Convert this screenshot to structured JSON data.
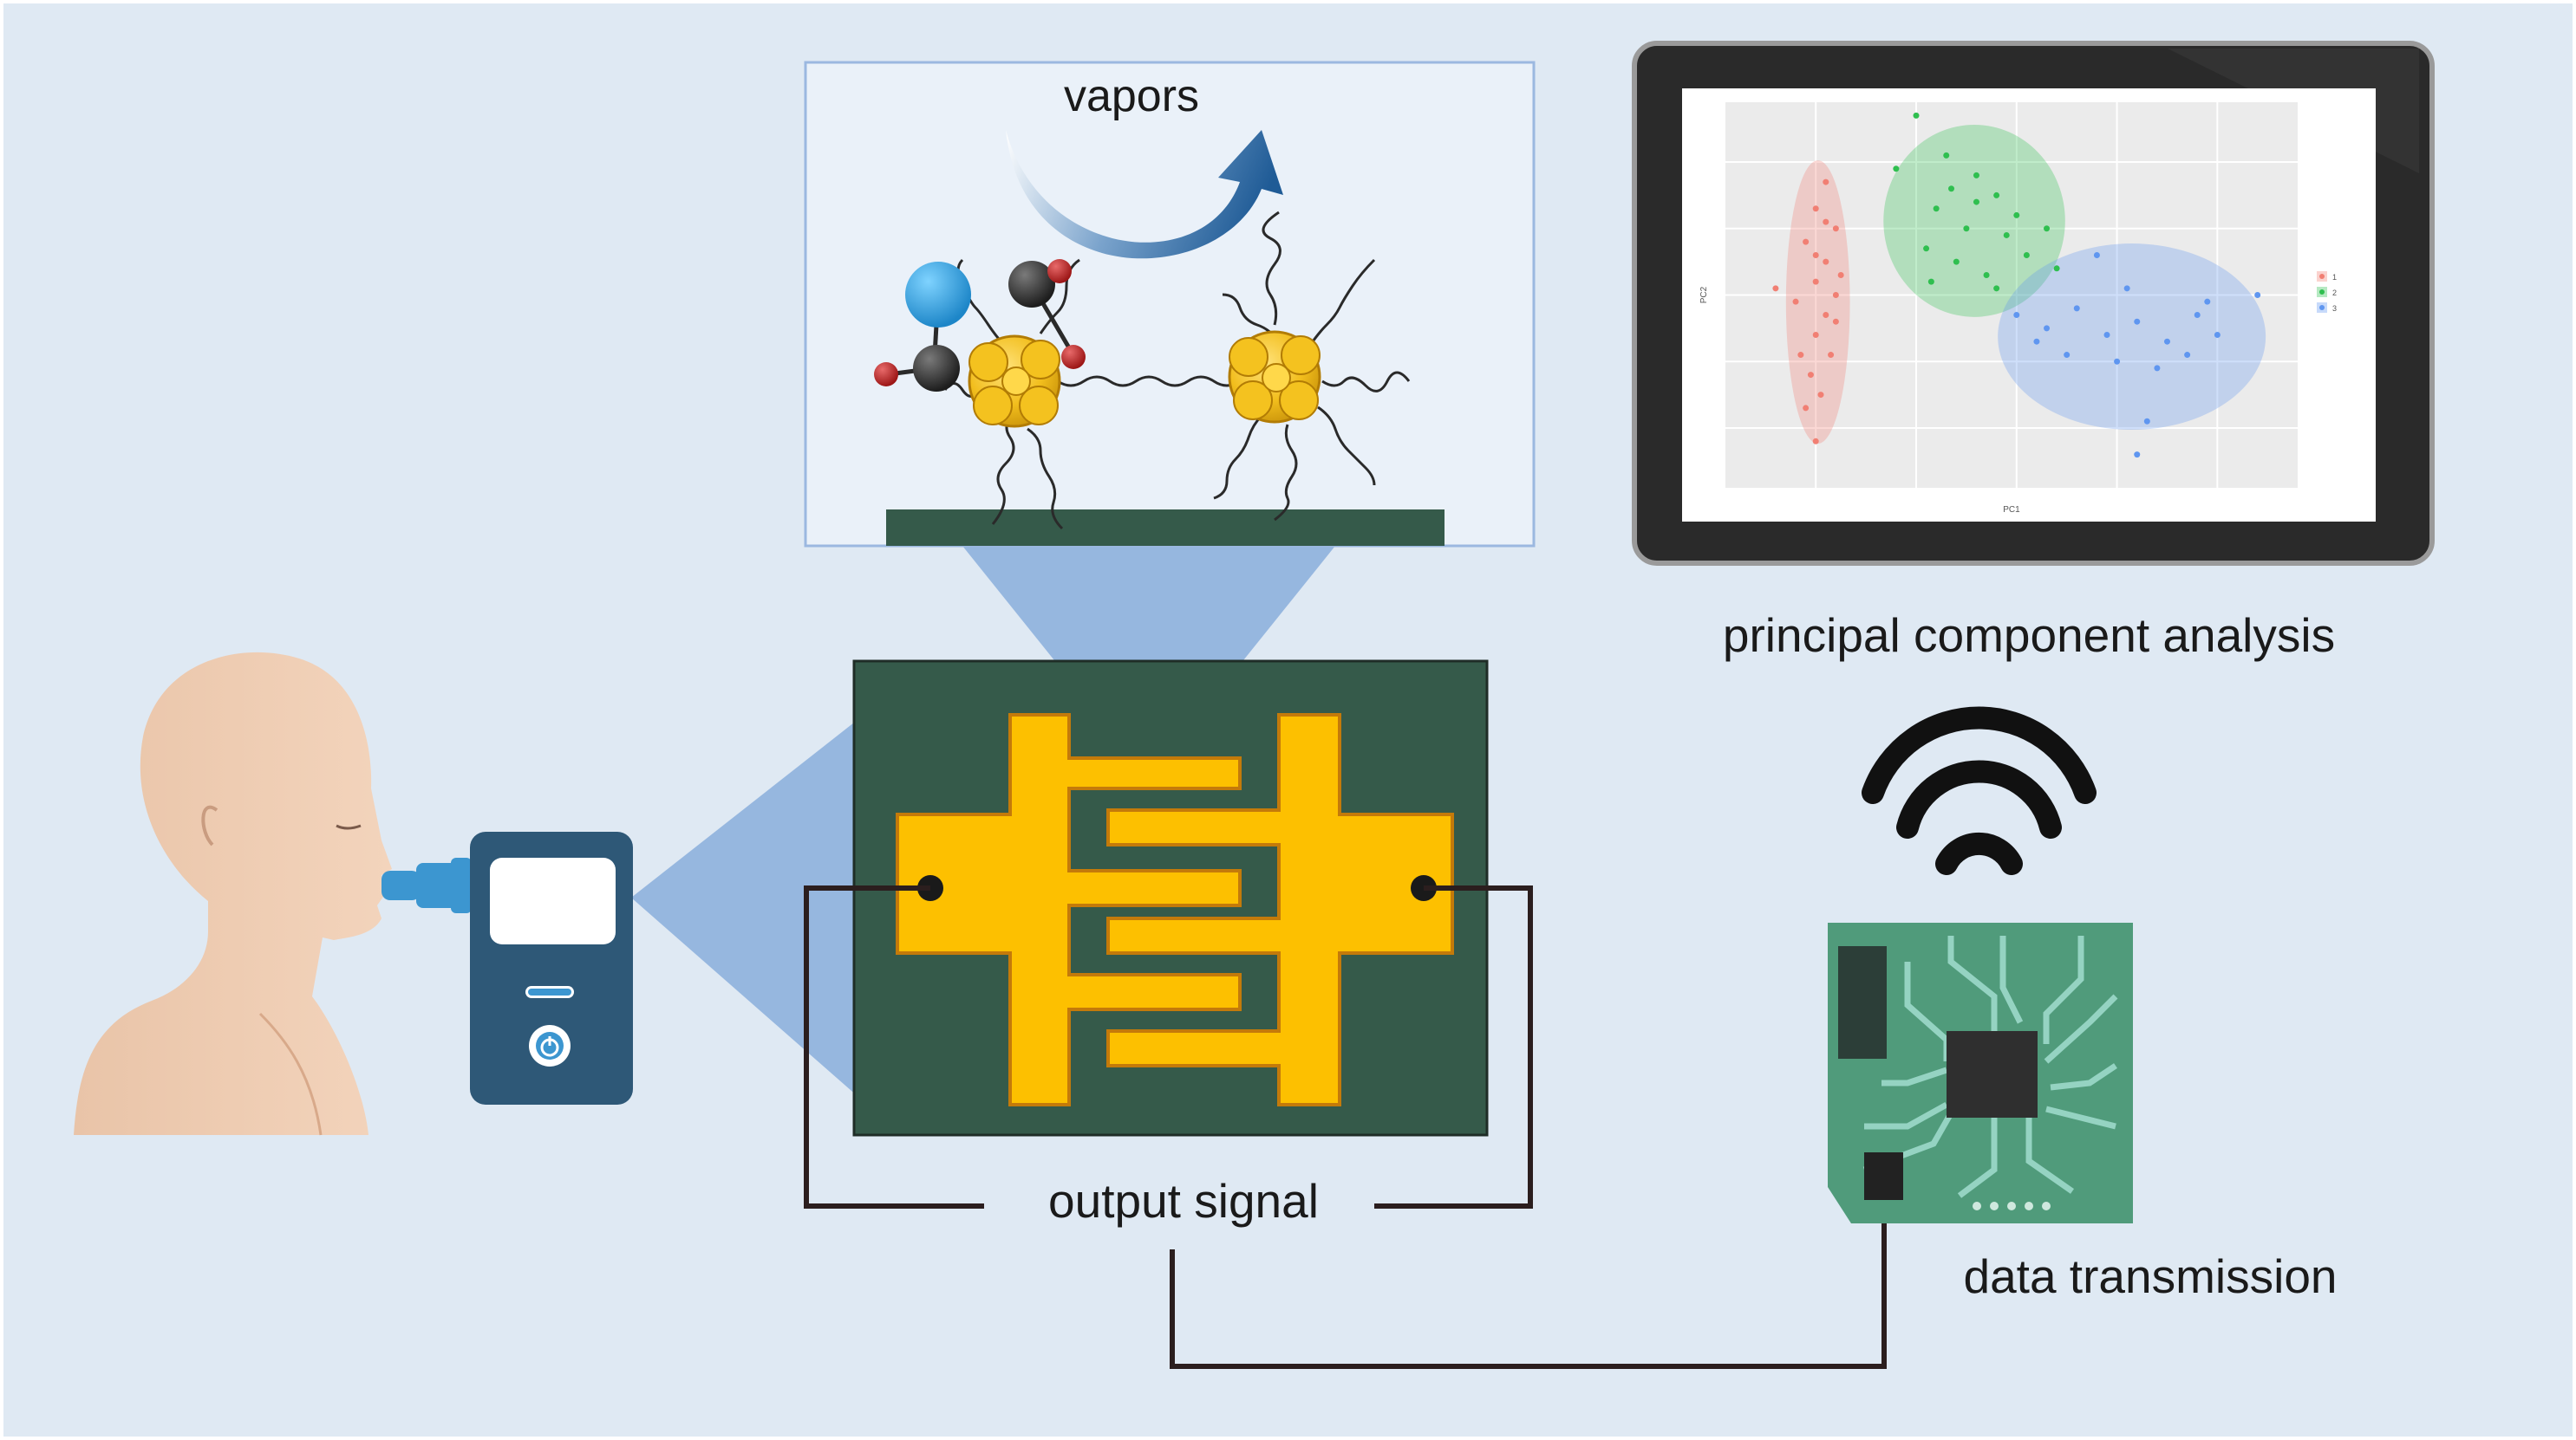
{
  "labels": {
    "vapors": "vapors",
    "output_signal": "output signal",
    "pca": "principal component analysis",
    "data_transmission": "data transmission"
  },
  "colors": {
    "background": "#dfe9f3",
    "chip_board": "#355a4a",
    "electrode": "#fdc000",
    "electrode_border": "#c47a0a",
    "device": "#2e5877",
    "mouthpiece": "#3c96d0",
    "pcb": "#509b7b",
    "pcb_trace": "#95d3c2",
    "projection": "#7ea5d8",
    "cluster_1": "#f17f73",
    "cluster_2": "#2fbf4f",
    "cluster_3": "#5f96f0"
  },
  "icons": [
    "person-head-icon",
    "breathalyzer-device-icon",
    "power-icon",
    "wifi-icon",
    "circuit-board-icon",
    "tablet-icon",
    "vapor-arrow-icon",
    "gold-nanoparticle-icon",
    "molecule-icon"
  ],
  "chart_data": {
    "type": "scatter",
    "title": "",
    "xlabel": "PC1",
    "ylabel": "PC2",
    "series": [
      {
        "name": "1",
        "color": "#f17f73",
        "points": [
          [
            -0.9,
            1.7
          ],
          [
            -1.0,
            1.3
          ],
          [
            -0.8,
            1.0
          ],
          [
            -1.1,
            0.8
          ],
          [
            -0.9,
            0.5
          ],
          [
            -1.0,
            0.2
          ],
          [
            -0.8,
            0.0
          ],
          [
            -1.2,
            -0.1
          ],
          [
            -0.9,
            -0.3
          ],
          [
            -1.0,
            -0.6
          ],
          [
            -0.85,
            -0.9
          ],
          [
            -1.05,
            -1.2
          ],
          [
            -0.95,
            -1.5
          ],
          [
            -1.1,
            -1.7
          ],
          [
            -0.8,
            -0.4
          ],
          [
            -1.0,
            0.6
          ],
          [
            -0.9,
            1.1
          ],
          [
            -1.15,
            -0.9
          ],
          [
            -0.75,
            0.3
          ],
          [
            -1.0,
            -2.2
          ],
          [
            -1.4,
            0.1
          ]
        ]
      },
      {
        "name": "2",
        "color": "#2fbf4f",
        "points": [
          [
            0.0,
            2.7
          ],
          [
            -0.2,
            1.9
          ],
          [
            0.3,
            2.1
          ],
          [
            0.6,
            1.8
          ],
          [
            0.8,
            1.5
          ],
          [
            0.2,
            1.3
          ],
          [
            0.5,
            1.0
          ],
          [
            0.9,
            0.9
          ],
          [
            0.1,
            0.7
          ],
          [
            0.4,
            0.5
          ],
          [
            0.7,
            0.3
          ],
          [
            1.1,
            0.6
          ],
          [
            1.3,
            1.0
          ],
          [
            0.6,
            1.4
          ],
          [
            0.35,
            1.6
          ],
          [
            1.0,
            1.2
          ],
          [
            0.8,
            0.1
          ],
          [
            0.15,
            0.2
          ],
          [
            1.4,
            0.4
          ]
        ]
      },
      {
        "name": "3",
        "color": "#5f96f0",
        "points": [
          [
            1.0,
            -0.3
          ],
          [
            1.3,
            -0.5
          ],
          [
            1.6,
            -0.2
          ],
          [
            1.9,
            -0.6
          ],
          [
            2.2,
            -0.4
          ],
          [
            2.5,
            -0.7
          ],
          [
            2.8,
            -0.3
          ],
          [
            1.5,
            -0.9
          ],
          [
            2.0,
            -1.0
          ],
          [
            2.4,
            -1.1
          ],
          [
            2.7,
            -0.9
          ],
          [
            3.0,
            -0.6
          ],
          [
            1.2,
            -0.7
          ],
          [
            2.1,
            0.1
          ],
          [
            1.8,
            0.6
          ],
          [
            2.3,
            -1.9
          ],
          [
            2.2,
            -2.4
          ],
          [
            3.4,
            0.0
          ],
          [
            2.9,
            -0.1
          ]
        ]
      }
    ],
    "legend_position": "right",
    "grid": true
  }
}
